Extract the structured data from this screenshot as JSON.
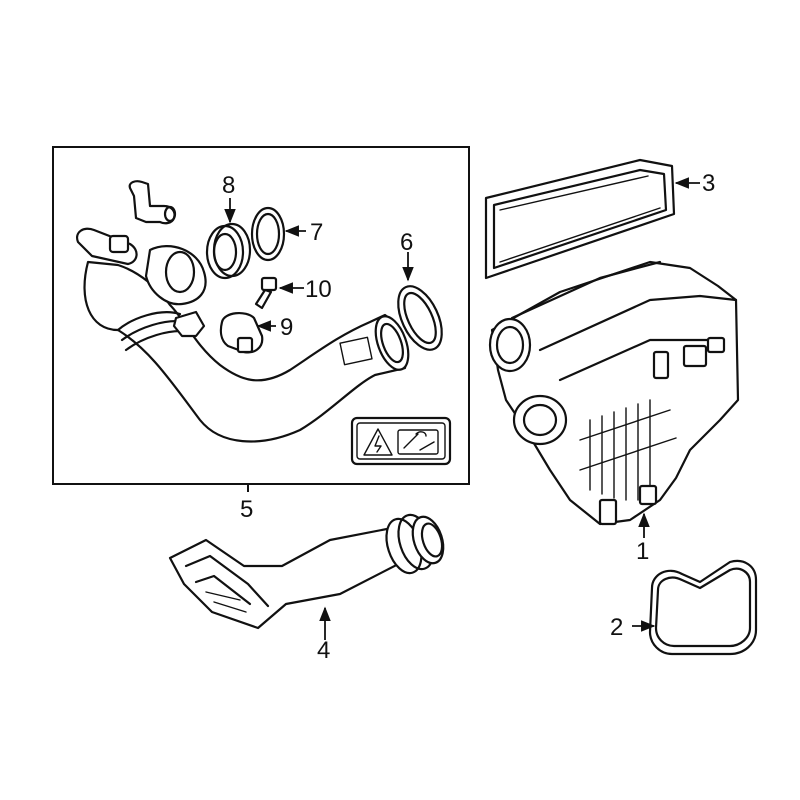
{
  "callouts": [
    {
      "id": "1",
      "label": "1"
    },
    {
      "id": "2",
      "label": "2"
    },
    {
      "id": "3",
      "label": "3"
    },
    {
      "id": "4",
      "label": "4"
    },
    {
      "id": "5",
      "label": "5"
    },
    {
      "id": "6",
      "label": "6"
    },
    {
      "id": "7",
      "label": "7"
    },
    {
      "id": "8",
      "label": "8"
    },
    {
      "id": "9",
      "label": "9"
    },
    {
      "id": "10",
      "label": "10"
    }
  ],
  "colors": {
    "line": "#111111",
    "background": "#ffffff"
  },
  "icons": [
    "warning-electric-icon",
    "tools-wrench-icon"
  ]
}
